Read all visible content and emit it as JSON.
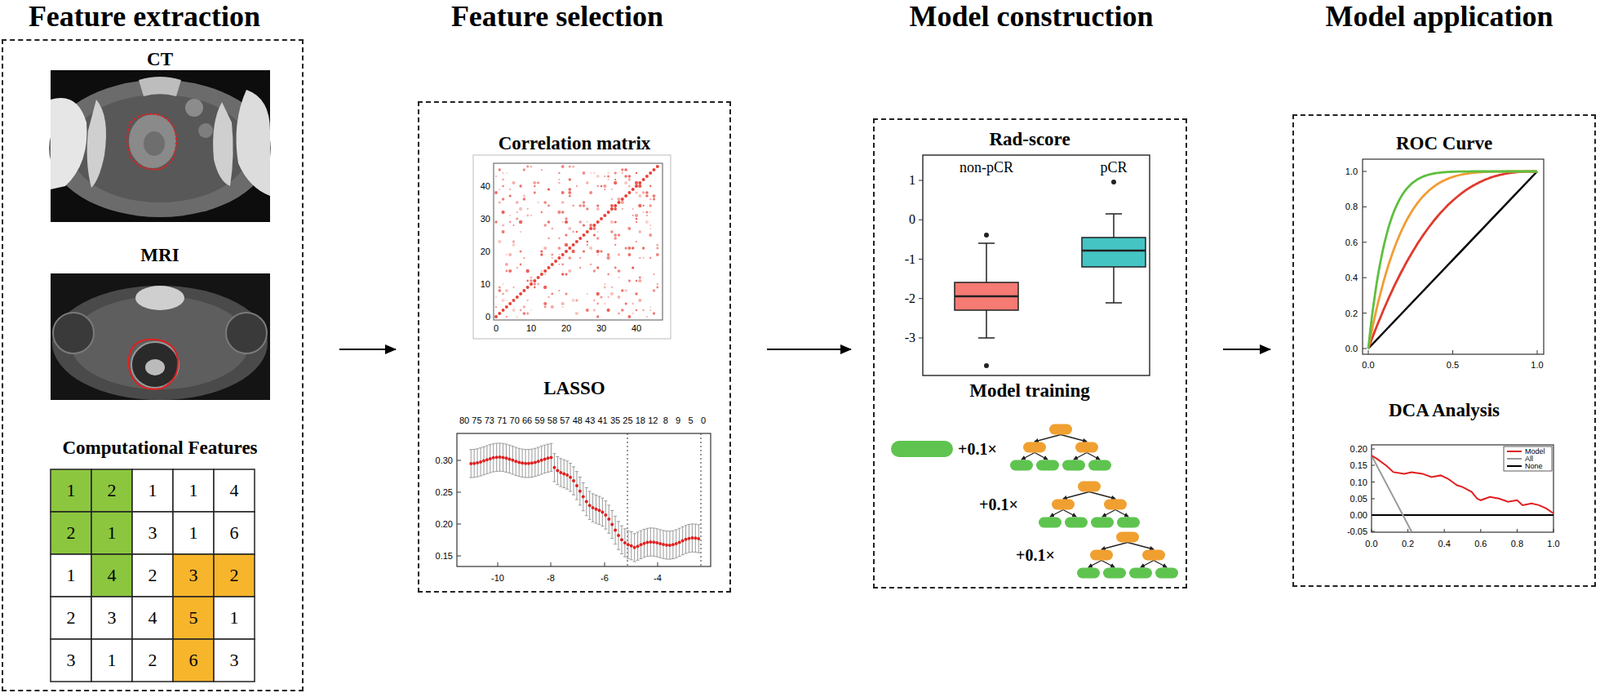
{
  "diagram": {
    "nodes": [
      {
        "text": [
          "Feature extraction"
        ]
      },
      {
        "text": [
          "Feature selection"
        ]
      },
      {
        "text": [
          "Model construction"
        ]
      },
      {
        "text": [
          "Model application"
        ]
      }
    ],
    "edges": [
      {
        "from": 0,
        "to": 1,
        "arrow": "to"
      },
      {
        "from": 1,
        "to": 2,
        "arrow": "to"
      },
      {
        "from": 2,
        "to": 3,
        "arrow": "to"
      }
    ],
    "labels": [
      "CT",
      "MRI",
      "Computational Features",
      "1",
      "2",
      "1",
      "1",
      "4",
      "2",
      "1",
      "3",
      "1",
      "6",
      "1",
      "4",
      "2",
      "3",
      "2",
      "2",
      "3",
      "4",
      "5",
      "1",
      "3",
      "1",
      "2",
      "6",
      "3",
      "Correlation matrix",
      "40",
      "30",
      "20",
      "10",
      "0",
      "0",
      "10",
      "20",
      "30",
      "40",
      "LASSO",
      "80",
      "75",
      "73",
      "71",
      "70",
      "66",
      "59",
      "58",
      "57",
      "48",
      "43",
      "41",
      "35",
      "25",
      "18",
      "12",
      "8",
      "9",
      "5",
      "0",
      "0.30",
      "0.25",
      "0.20",
      "0.15",
      "-10",
      "-8",
      "-6",
      "-4",
      "Rad-score",
      "non-pCR",
      "pCR",
      "1",
      "0",
      "-1",
      "-2",
      "-3",
      "Model training",
      "+0.1×",
      "+0.1×",
      "+0.1×",
      "ROC Curve",
      "1.0",
      "0.8",
      "0.6",
      "0.4",
      "0.2",
      "0.0",
      "0.0",
      "0.5",
      "1.0",
      "DCA Analysis",
      "0.20",
      "0.15",
      "0.10",
      "0.05",
      "0.00",
      "-0.05",
      "0.0",
      "0.2",
      "0.4",
      "0.6",
      "0.8",
      "1.0"
    ],
    "legend": [
      {
        "text": "Model"
      },
      {
        "text": "All"
      },
      {
        "text": "None"
      }
    ]
  }
}
